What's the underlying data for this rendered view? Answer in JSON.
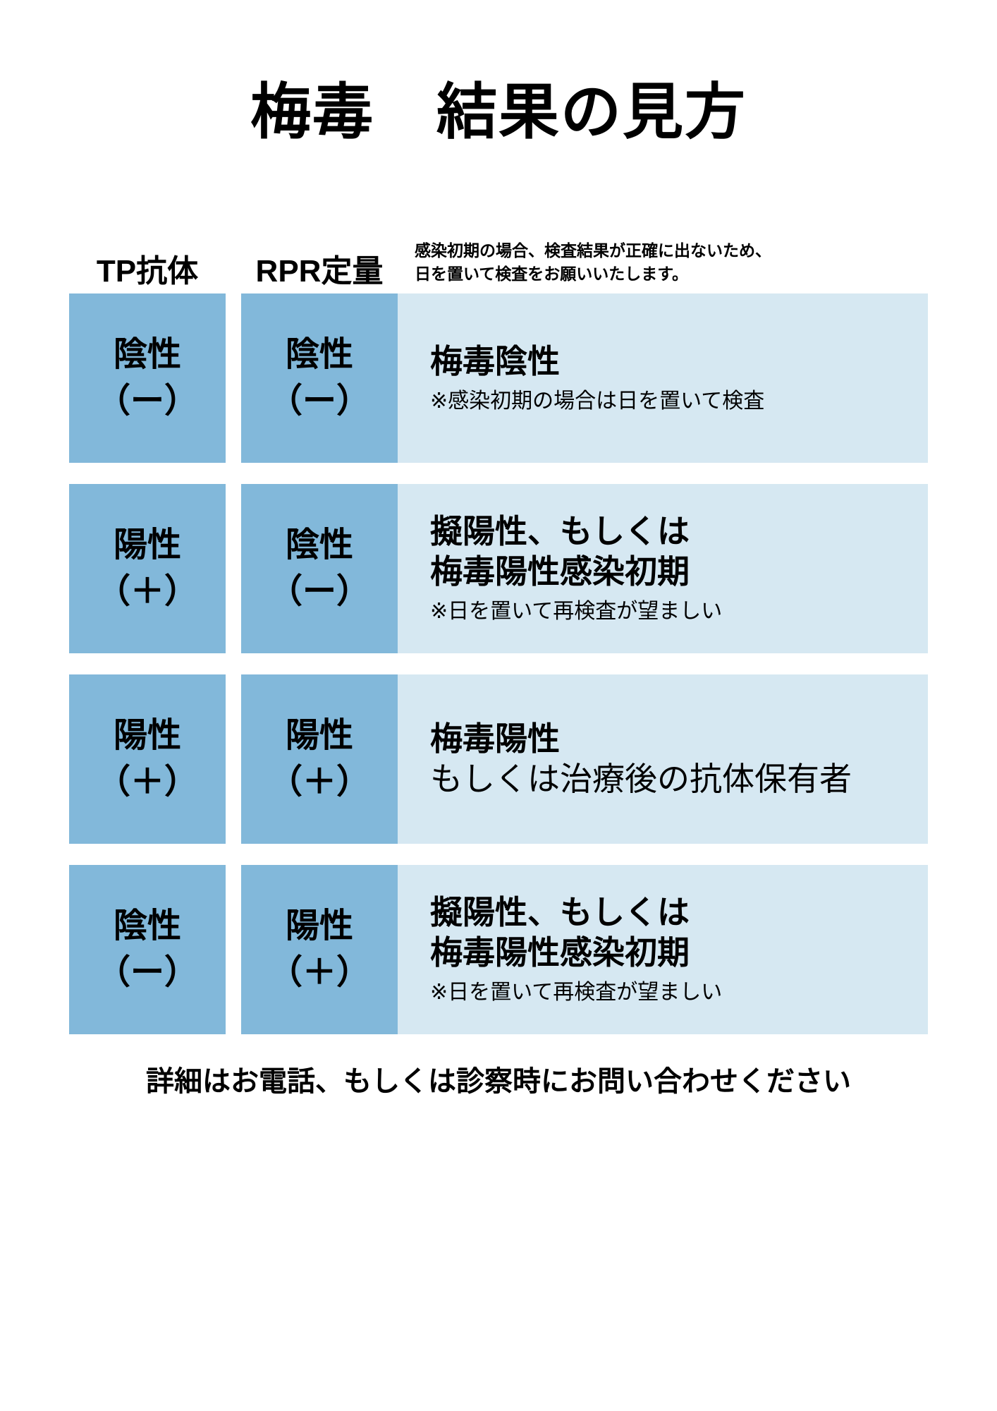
{
  "title": "梅毒　結果の見方",
  "columns": {
    "tp_label": "TP抗体",
    "rpr_label": "RPR定量"
  },
  "header_note": "感染初期の場合、検査結果が正確に出ないため、\n日を置いて検査をお願いいたします。",
  "colors": {
    "cell_blue": "#82b8da",
    "panel_blue": "#d6e8f2",
    "text": "#000000",
    "background": "#ffffff"
  },
  "rows": [
    {
      "tp_word": "陰性",
      "tp_sign": "（ー）",
      "rpr_word": "陰性",
      "rpr_sign": "（ー）",
      "result_main": "梅毒陰性",
      "result_second": "",
      "result_note": "※感染初期の場合は日を置いて検査"
    },
    {
      "tp_word": "陽性",
      "tp_sign": "（＋）",
      "rpr_word": "陰性",
      "rpr_sign": "（ー）",
      "result_main": "擬陽性、もしくは",
      "result_second": "梅毒陽性感染初期",
      "result_note": "※日を置いて再検査が望ましい"
    },
    {
      "tp_word": "陽性",
      "tp_sign": "（＋）",
      "rpr_word": "陽性",
      "rpr_sign": "（＋）",
      "result_main": "梅毒陽性",
      "result_second": "もしくは治療後の抗体保有者",
      "result_note": ""
    },
    {
      "tp_word": "陰性",
      "tp_sign": "（ー）",
      "rpr_word": "陽性",
      "rpr_sign": "（＋）",
      "result_main": "擬陽性、もしくは",
      "result_second": "梅毒陽性感染初期",
      "result_note": "※日を置いて再検査が望ましい"
    }
  ],
  "footer": "詳細はお電話、もしくは診察時にお問い合わせください"
}
